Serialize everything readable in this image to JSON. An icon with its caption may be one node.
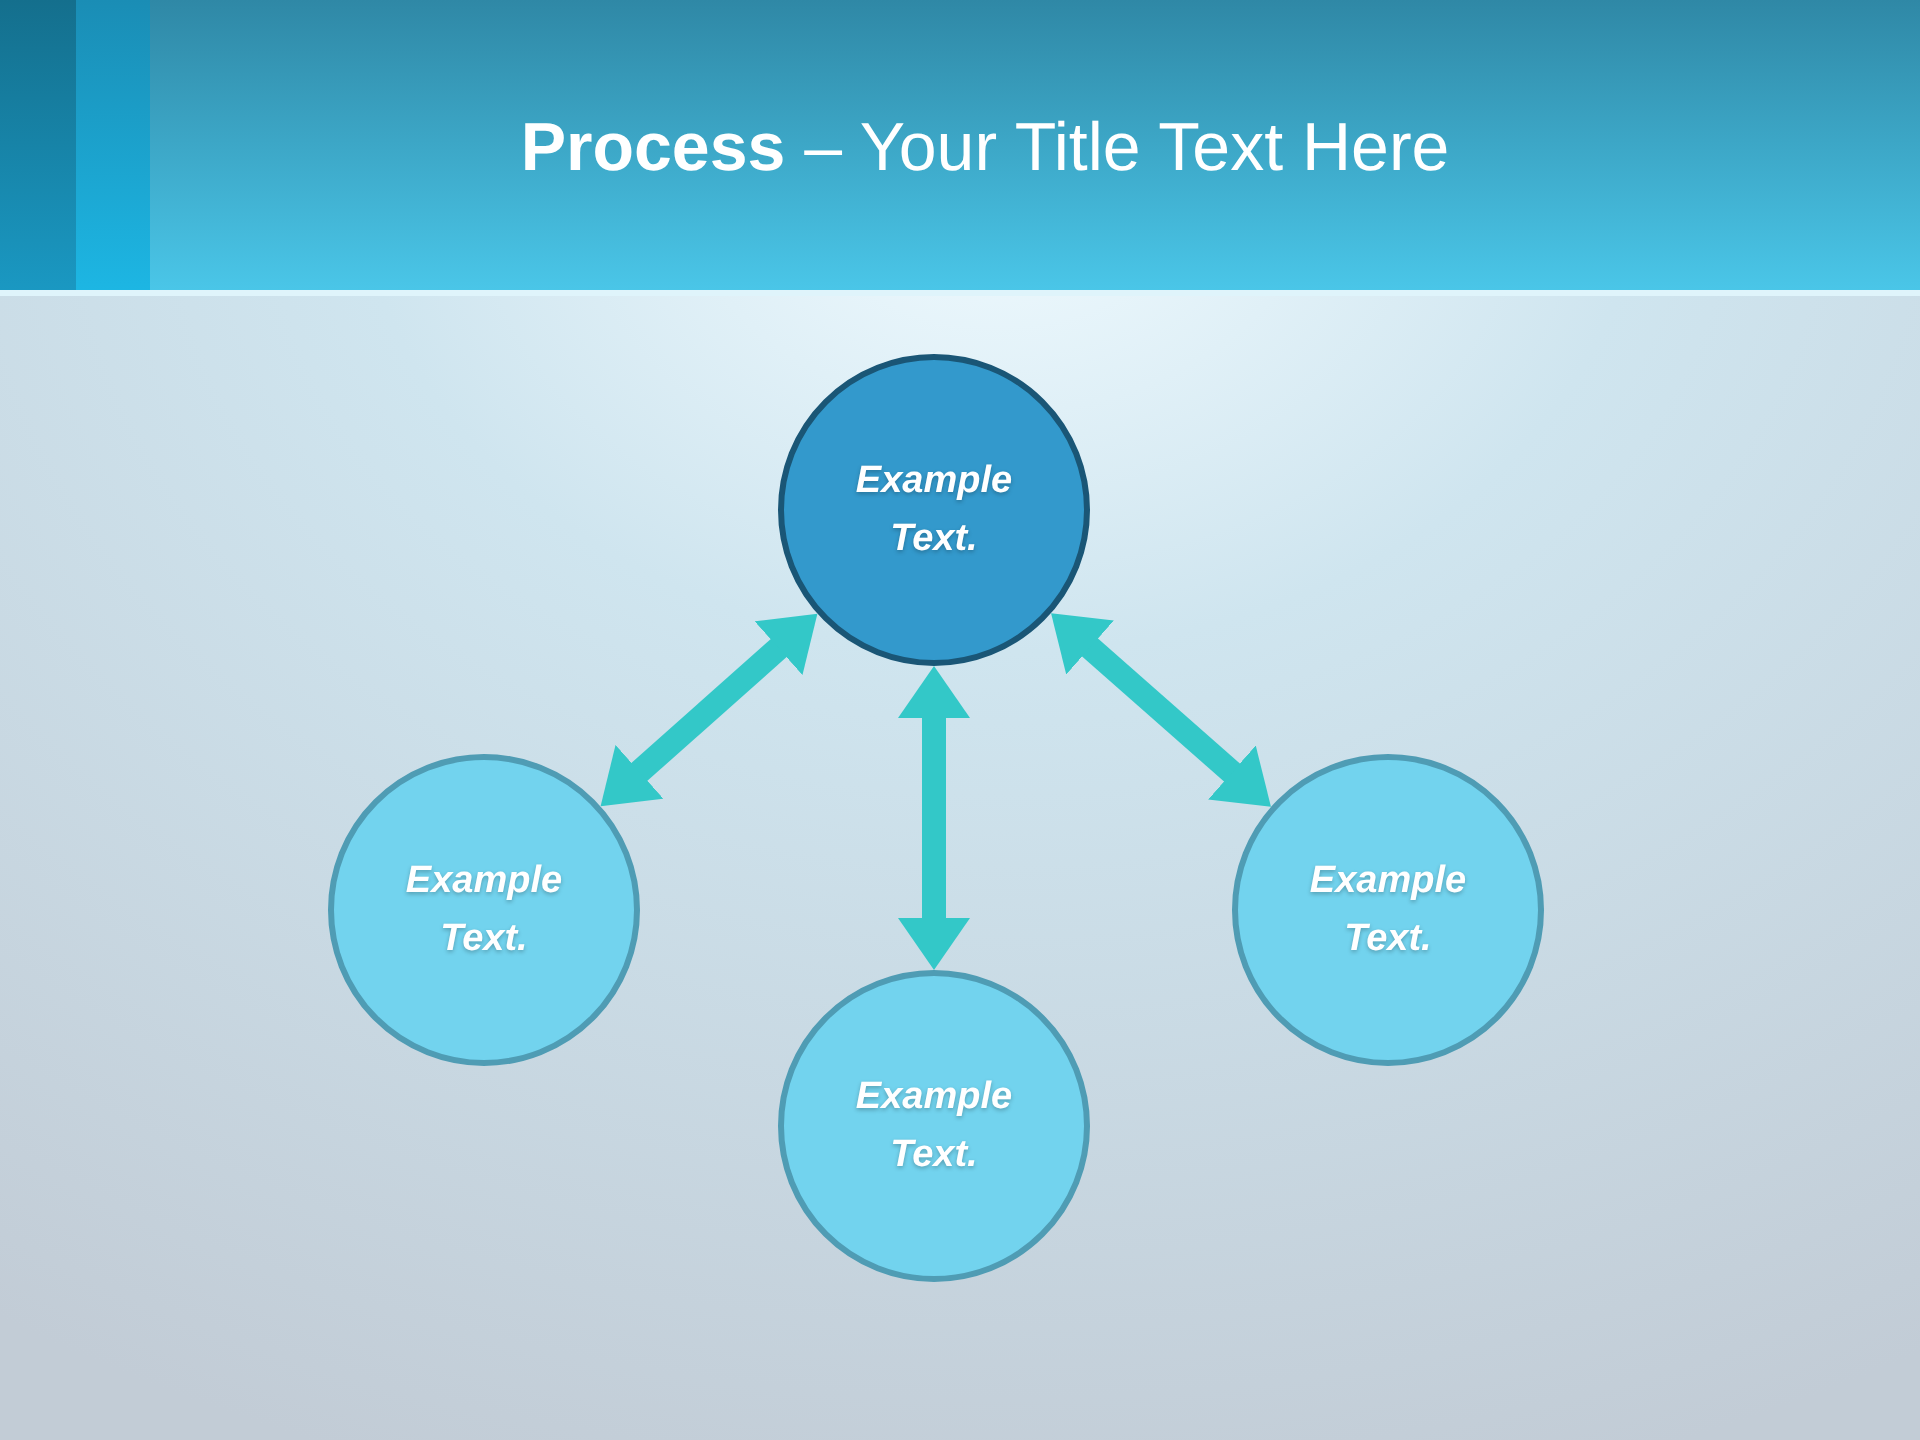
{
  "diagram": {
    "title": "**Process** – Your Title Text Here",
    "nodes": [
      {
        "text": [
          "Example Text."
        ]
      },
      {
        "text": [
          "Example Text."
        ]
      },
      {
        "text": [
          "Example Text."
        ]
      },
      {
        "text": [
          "Example Text."
        ]
      }
    ],
    "edges": [
      {
        "from": 0,
        "to": 1,
        "arrow": "both"
      },
      {
        "from": 0,
        "to": 2,
        "arrow": "both"
      },
      {
        "from": 0,
        "to": 3,
        "arrow": "both"
      }
    ]
  }
}
